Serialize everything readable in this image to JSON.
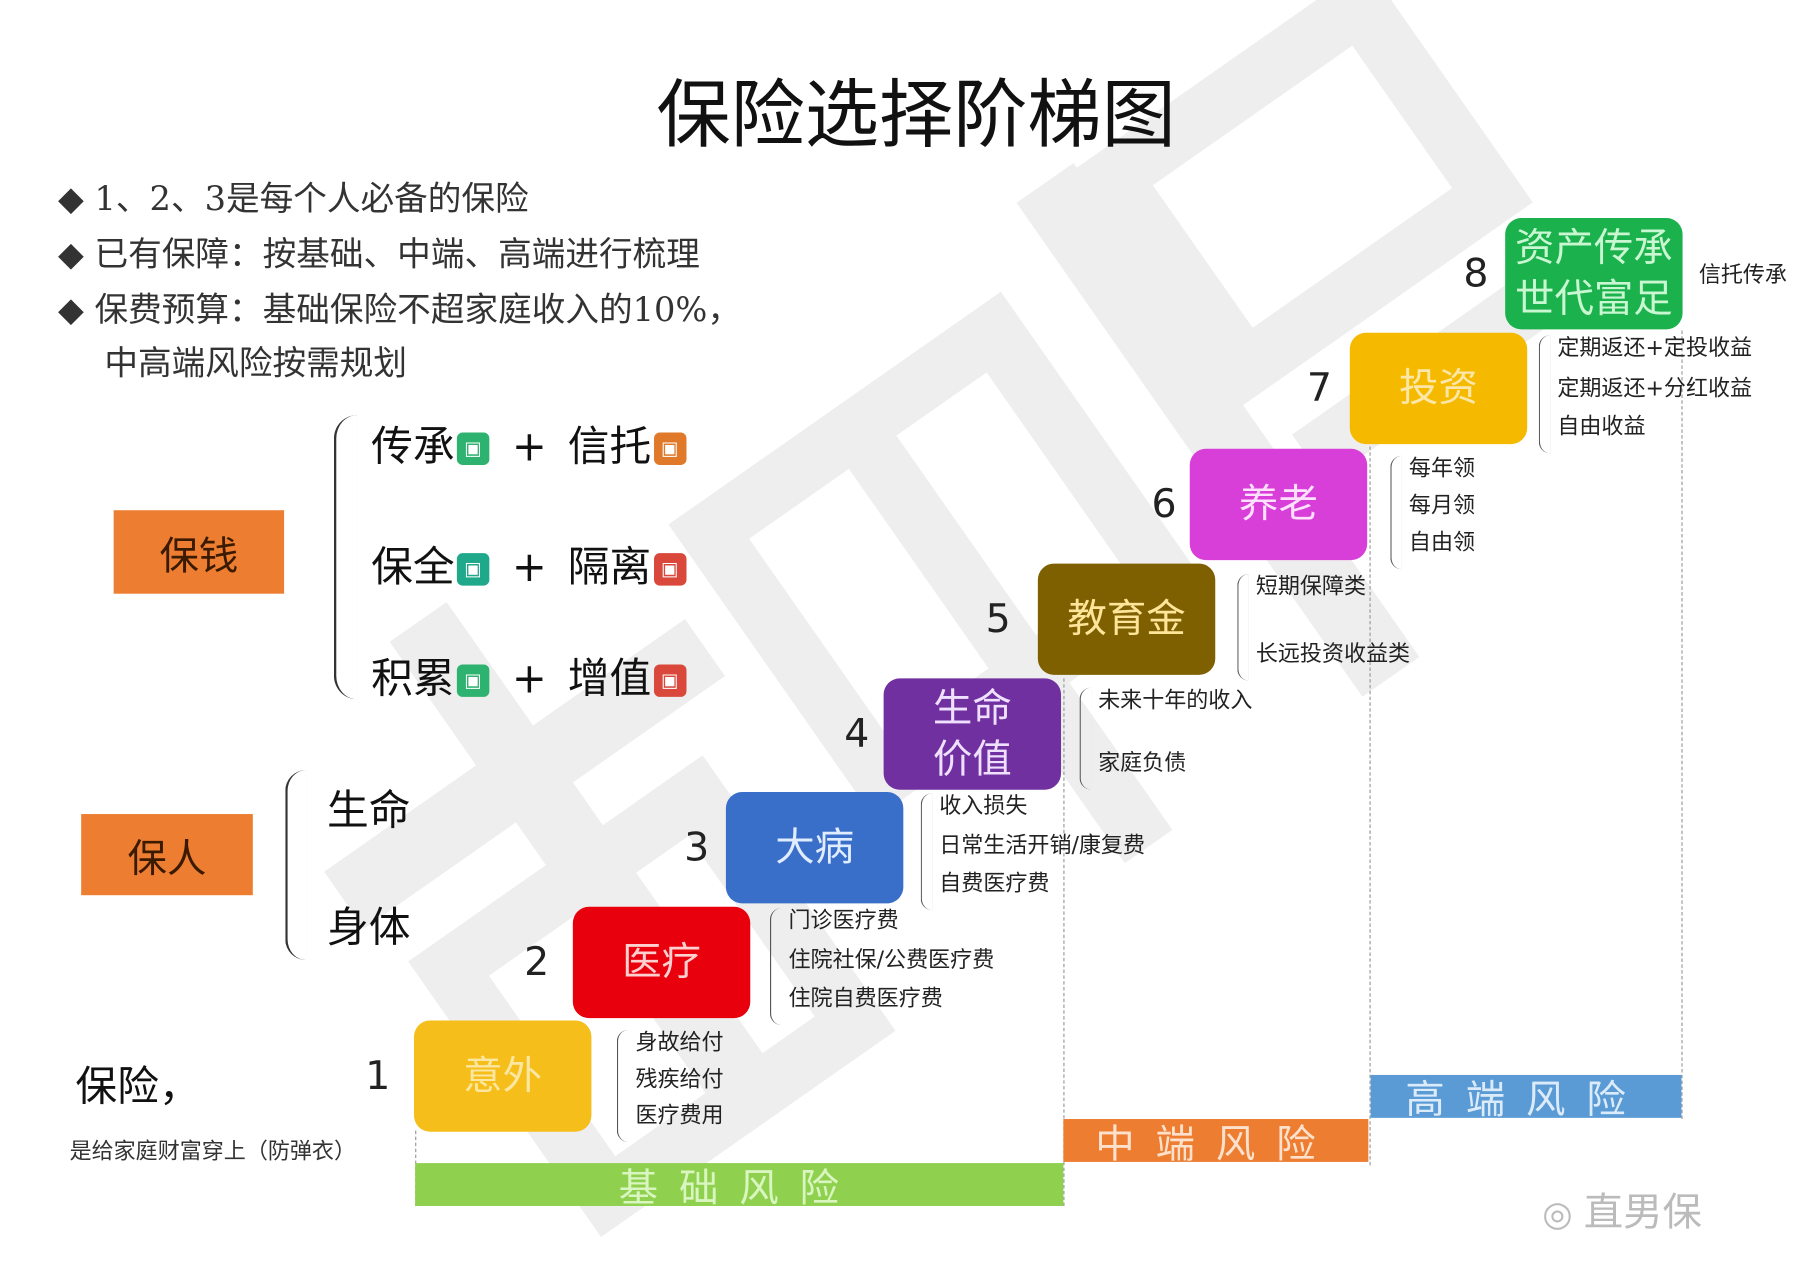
{
  "title": "保险选择阶梯图",
  "bullets": [
    "◆ 1、2、3是每个人必备的保险",
    "◆ 已有保障：按基础、中端、高端进行梳理",
    "◆ 保费预算：基础保险不超家庭收入的10%，",
    "中高端风险按需规划"
  ],
  "money": {
    "label": "保钱",
    "rows": [
      {
        "a": "传承",
        "b": "信托",
        "icon_a": "certificate-icon",
        "icon_b": "pen-seal-icon",
        "color_a": "#2DB36F",
        "color_b": "#E07A2A"
      },
      {
        "a": "保全",
        "b": "隔离",
        "icon_a": "hand-coin-icon",
        "icon_b": "wallet-icon",
        "color_a": "#1FA88A",
        "color_b": "#D9483B"
      },
      {
        "a": "积累",
        "b": "增值",
        "icon_a": "certificate-icon",
        "icon_b": "card-icon",
        "color_a": "#2DB36F",
        "color_b": "#D9483B"
      }
    ],
    "plus": "+"
  },
  "person": {
    "label": "保人",
    "items": [
      "生命",
      "身体"
    ]
  },
  "insurance": {
    "title": "保险，",
    "subtitle": "是给家庭财富穿上（防弹衣）"
  },
  "steps": [
    {
      "num": "1",
      "label": "意外",
      "bg": "#F5BE1A",
      "fg": "#FBE7A0",
      "details": [
        "身故给付",
        "残疾给付",
        "医疗费用"
      ]
    },
    {
      "num": "2",
      "label": "医疗",
      "bg": "#E8000C",
      "fg": "#FFD0D0",
      "details": [
        "门诊医疗费",
        "住院社保/公费医疗费",
        "住院自费医疗费"
      ]
    },
    {
      "num": "3",
      "label": "大病",
      "bg": "#3A6FC9",
      "fg": "#E0ECFF",
      "details": [
        "收入损失",
        "日常生活开销/康复费",
        "自费医疗费"
      ]
    },
    {
      "num": "4",
      "label": "生命\n价值",
      "bg": "#7030A0",
      "fg": "#F0E0FF",
      "details": [
        "未来十年的收入",
        "家庭负债"
      ]
    },
    {
      "num": "5",
      "label": "教育金",
      "bg": "#7F6000",
      "fg": "#FFE599",
      "details": [
        "短期保障类",
        "长远投资收益类"
      ]
    },
    {
      "num": "6",
      "label": "养老",
      "bg": "#D83FD8",
      "fg": "#FFE0FF",
      "details": [
        "每年领",
        "每月领",
        "自由领"
      ]
    },
    {
      "num": "7",
      "label": "投资",
      "bg": "#F5BA00",
      "fg": "#FCE7A8",
      "details": [
        "定期返还+定投收益",
        "定期返还+分红收益",
        "自由收益"
      ]
    },
    {
      "num": "8",
      "label": "资产传承\n世代富足",
      "bg": "#1BB14C",
      "fg": "#C8F7D2",
      "details": [
        "信托传承"
      ]
    }
  ],
  "bands": [
    {
      "label": "基础风险",
      "bg": "#8FD14F",
      "fg": "#D9F5C0"
    },
    {
      "label": "中端风险",
      "bg": "#ED7D31",
      "fg": "#FDE1CC"
    },
    {
      "label": "高端风险",
      "bg": "#5B9BD5",
      "fg": "#DCEBFA"
    }
  ],
  "watermark": "直男保",
  "logo": "直男保"
}
